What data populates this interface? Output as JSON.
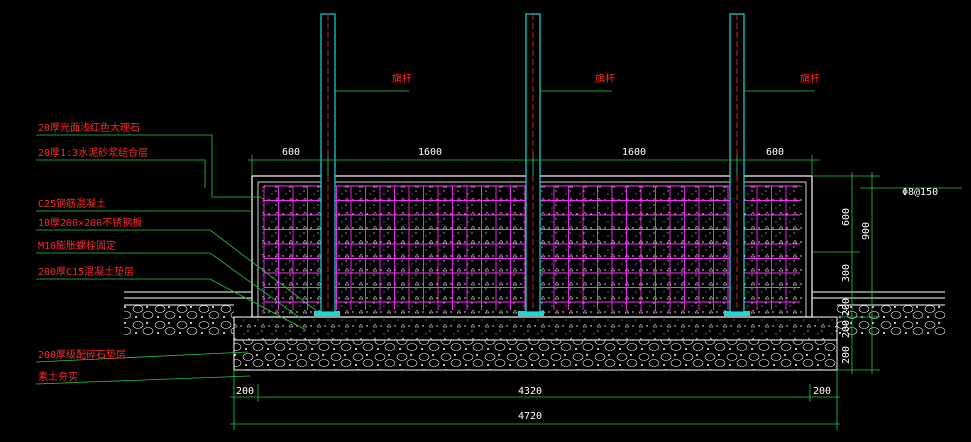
{
  "drawing": {
    "left_labels": [
      "20厚光面浅红色大理石",
      "20厚1:3水泥砂浆结合层",
      "C25钢筋混凝土",
      "10厚200×200不锈钢板",
      "M10膨胀螺栓固定",
      "200厚C15混凝土垫层",
      "200厚级配碎石垫层",
      "素土夯实"
    ],
    "post_labels": [
      "旗杆",
      "旗杆",
      "旗杆"
    ],
    "top_dims": [
      "600",
      "1600",
      "1600",
      "600"
    ],
    "bottom_dims": {
      "left": "200",
      "middle": "4320",
      "right": "200",
      "total": "4720"
    },
    "right_dims": {
      "upper": "600",
      "lower": "300",
      "total": "900",
      "base_a": "200",
      "base_b": "200",
      "base_c": "200"
    },
    "rebar_note": "Φ8@150",
    "colors": {
      "background": "#000000",
      "lines": "#ffffff",
      "dims": "#22c94a",
      "posts": "#18d8d8",
      "mesh": "#ff2aff",
      "labels": "#ff2a2a",
      "leaders": "#22c94a"
    }
  }
}
